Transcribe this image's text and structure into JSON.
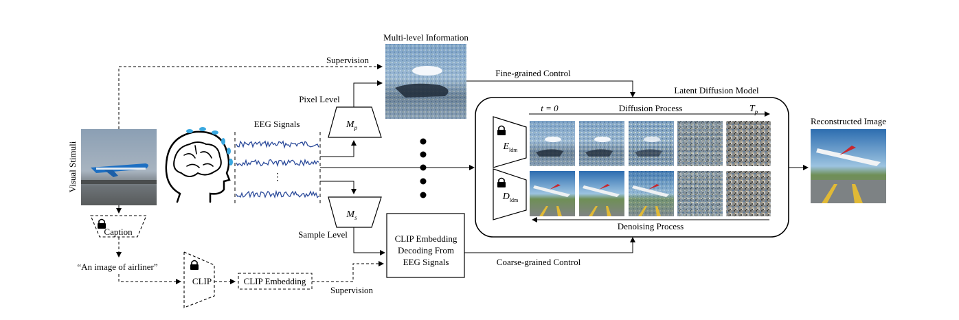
{
  "labels": {
    "supervision_top": "Supervision",
    "multi_level_information": "Multi-level Information",
    "fine_grained_control": "Fine-grained Control",
    "pixel_level": "Pixel Level",
    "eeg_signals": "EEG Signals",
    "visual_stimuli": "Visual Stimuli",
    "caption": "Caption",
    "caption_text": "“An image of airliner”",
    "clip": "CLIP",
    "clip_embedding": "CLIP Embedding",
    "supervision_bottom": "Supervision",
    "sample_level": "Sample Level",
    "clip_decoding_line1": "CLIP Embedding",
    "clip_decoding_line2": "Decoding From",
    "clip_decoding_line3": "EEG Signals",
    "coarse_grained_control": "Coarse-grained Control",
    "latent_diffusion_model": "Latent Diffusion Model",
    "t_zero": "t = 0",
    "diffusion_process": "Diffusion Process",
    "t_p": "T",
    "t_p_sub": "p",
    "denoising_process": "Denoising Process",
    "reconstructed_image": "Reconstructed Image",
    "mp": "M",
    "mp_sub": "p",
    "ms": "M",
    "ms_sub": "s",
    "e_ldm": "E",
    "e_ldm_sub": "ldm",
    "d_ldm": "D",
    "d_ldm_sub": "ldm",
    "eeg_ellipsis": "⋮"
  },
  "icons": {
    "lock": "lock-icon",
    "brain_head": "brain-head-icon"
  },
  "colors": {
    "eeg_wave": "#2b4a9a",
    "electrode": "#3aa8e0",
    "line": "#000000"
  }
}
